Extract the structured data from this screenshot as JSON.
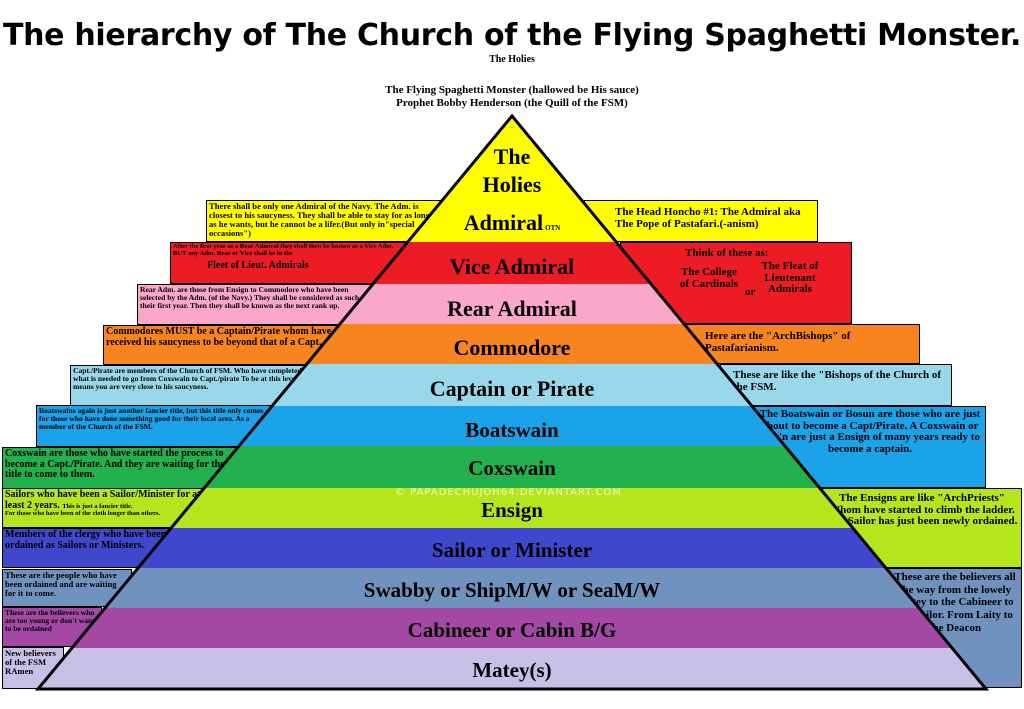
{
  "title": "The hierarchy of The Church of the Flying Spaghetti Monster.",
  "holies_caption": "The Holies",
  "fsm_line": "The Flying Spaghetti Monster (hallowed be His sauce)",
  "prophet_line": "Prophet Bobby Henderson (the Quill of the FSM)",
  "watermark": "© PAPADECHUJOH64.DEVIANTART.COM",
  "tiers": [
    {
      "label": "The Holies",
      "color": "#ffff00"
    },
    {
      "label": "Admiral",
      "suffix": "OTN",
      "color": "#ffff00"
    },
    {
      "label": "Vice Admiral",
      "color": "#ed1c24"
    },
    {
      "label": "Rear Admiral",
      "color": "#f9a8c8"
    },
    {
      "label": "Commodore",
      "color": "#f7841f"
    },
    {
      "label": "Captain or Pirate",
      "color": "#99d8ea"
    },
    {
      "label": "Boatswain",
      "color": "#1aa3e8"
    },
    {
      "label": "Coxswain",
      "color": "#22b14c"
    },
    {
      "label": "Ensign",
      "color": "#b5e61d"
    },
    {
      "label": "Sailor or Minister",
      "color": "#3f48cc"
    },
    {
      "label": "Swabby or ShipM/W or SeaM/W",
      "color": "#7092be"
    },
    {
      "label": "Cabineer or Cabin B/G",
      "color": "#a349a4"
    },
    {
      "label": "Matey(s)",
      "color": "#c8bfe7"
    }
  ],
  "left_notes": {
    "admiral": "There shall be only one Admiral of the Navy. The Adm. is closest to his saucyness. They shall be able to stay for as long as he wants, but he cannot be a lifer.(But only in\"special occasions\")",
    "vice_small": "After the first year as a Rear Admiral they shall then be known as a Vice Adm. BUT any Adm. Rear or Vice shall be in the",
    "vice_big": "Fleet of Lieut. Admirals",
    "rear": "Rear Adm. are those from Ensign to Commodore who have been selected by the Adm. (of the Navy.) They shall be considered as such for their first year. Then they shall be known as the next rank up.",
    "commodore": "Commodores MUST be a Captain/Pirate whom have received his saucyness to be beyond that of a Capt.",
    "captain": "Capt./Pirate are members of the Church of FSM. Who have completed what is needed to go from Coxswain to Capt./pirate To be at this level means you are very close to his saucyness.",
    "boatswain": "Boatswains again is just another fancier title, but this title only comes for those who have done something good for their local area. As a member of the Church of the FSM.",
    "coxswain": "Coxswain are those who have started the process to become a Capt./Pirate. And they are waiting for the title to come to them.",
    "ensign_main": "Sailors who have been a Sailor/Minister for at least 2 years.",
    "ensign_small": "This is just a fancier title.",
    "ensign_small2": "For those who have been of the cloth longer than others.",
    "sailor": "Members of the clergy who have been ordained as Sailors or Ministers.",
    "swabby": "These are the people who have been ordained and are waiting for it to come.",
    "cabineer": "These are the believers who are too young or don't want to be ordained",
    "matey": "New believers of the FSM RAmen"
  },
  "right_notes": {
    "admiral": "The Head Honcho #1: The Admiral aka The Pope of Pastafari.(-anism)",
    "vice_title": "Think of these as:",
    "vice_college": "The College of Cardinals",
    "vice_or": "or",
    "vice_fleet": "The Fleat of Lieutenant Admirals",
    "commodore": "Here are the \"ArchBishops\" of Pastafarianism.",
    "captain": "These are like the \"Bishops of the Church of the FSM.",
    "boatswain": "The Boatswain or Bosun are those who are just about to become a Capt/Pirate. A Coxswain or Cox'n are just a Ensign of many years ready to become a captain.",
    "ensign": "The Ensigns are like \"ArchPriests\" Whom have started to climb the ladder. The Sailor has just been newly ordained.",
    "swabby": "These are the believers all the way from the lowely Matey to the Cabineer to the Sailor. From Laity to the Deacon"
  }
}
